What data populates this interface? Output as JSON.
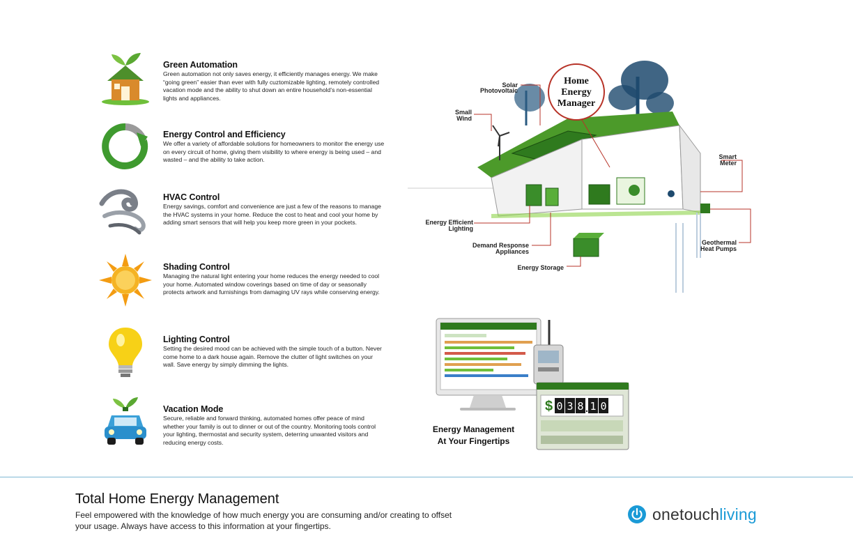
{
  "features": [
    {
      "title": "Green Automation",
      "icon": "green-house-icon",
      "desc": "Green automation not only saves energy, it efficiently manages energy. We make “going green” easier than ever with fully cuztomizable lighting, remotely controlled vacation mode and the ability to shut down an entire household’s non-essential lights and appliances."
    },
    {
      "title": "Energy Control and Efficiency",
      "icon": "refresh-arrow-icon",
      "desc": "We offer a variety of affordable solutions for homeowners to monitor the energy use on every circuit of home, giving them visibility to where energy is being used – and wasted – and the ability to take action."
    },
    {
      "title": "HVAC Control",
      "icon": "air-swirl-icon",
      "desc": "Energy savings, comfort and convenience are just a few of the reasons to manage the HVAC systems in your home. Reduce the cost to heat and cool your home by adding smart sensors that will help you keep more green in your pockets."
    },
    {
      "title": "Shading Control",
      "icon": "sun-icon",
      "desc": "Managing the natural light entering your home reduces the energy needed to cool your home. Automated window coverings based on time of day or seasonally protects artwork and furnishings from damaging UV rays while conserving energy."
    },
    {
      "title": "Lighting Control",
      "icon": "light-bulb-icon",
      "desc": "Setting the desired mood can be achieved with the simple touch of a button. Never come home to a dark house again. Remove the clutter of light switches on your wall. Save energy by simply dimming the lights."
    },
    {
      "title": "Vacation Mode",
      "icon": "eco-car-icon",
      "desc": "Secure, reliable and forward thinking, automated homes offer peace of mind whether your family is out to dinner or out of the country. Monitoring tools control your lighting, thermostat and security system, deterring unwanted visitors and reducing energy costs."
    }
  ],
  "diagram": {
    "hem": [
      "Home",
      "Energy",
      "Manager"
    ],
    "labels": {
      "solar_1": "Solar",
      "solar_2": "Photovoltaic",
      "wind_1": "Small",
      "wind_2": "Wind",
      "meter_1": "Smart",
      "meter_2": "Meter",
      "lighting_1": "Energy Efficient",
      "lighting_2": "Lighting",
      "demand_1": "Demand Response",
      "demand_2": "Appliances",
      "storage": "Energy Storage",
      "geo_1": "Geothermal",
      "geo_2": "Heat Pumps"
    }
  },
  "device": {
    "counter_digits": [
      "0",
      "3",
      "8",
      ".",
      "1",
      "0"
    ]
  },
  "fingertips": [
    "Energy Management",
    "At Your Fingertips"
  ],
  "footer": {
    "title": "Total Home Energy Management",
    "desc": "Feel empowered with the knowledge of how much energy you are consuming and/or creating to offset your usage. Always have access to this information at your fingertips."
  },
  "logo": {
    "part1": "onetouch",
    "part2": "living"
  },
  "colors": {
    "green": "#3f9a2f",
    "accent": "#1a9ad6",
    "callout_line": "#c0392b"
  }
}
